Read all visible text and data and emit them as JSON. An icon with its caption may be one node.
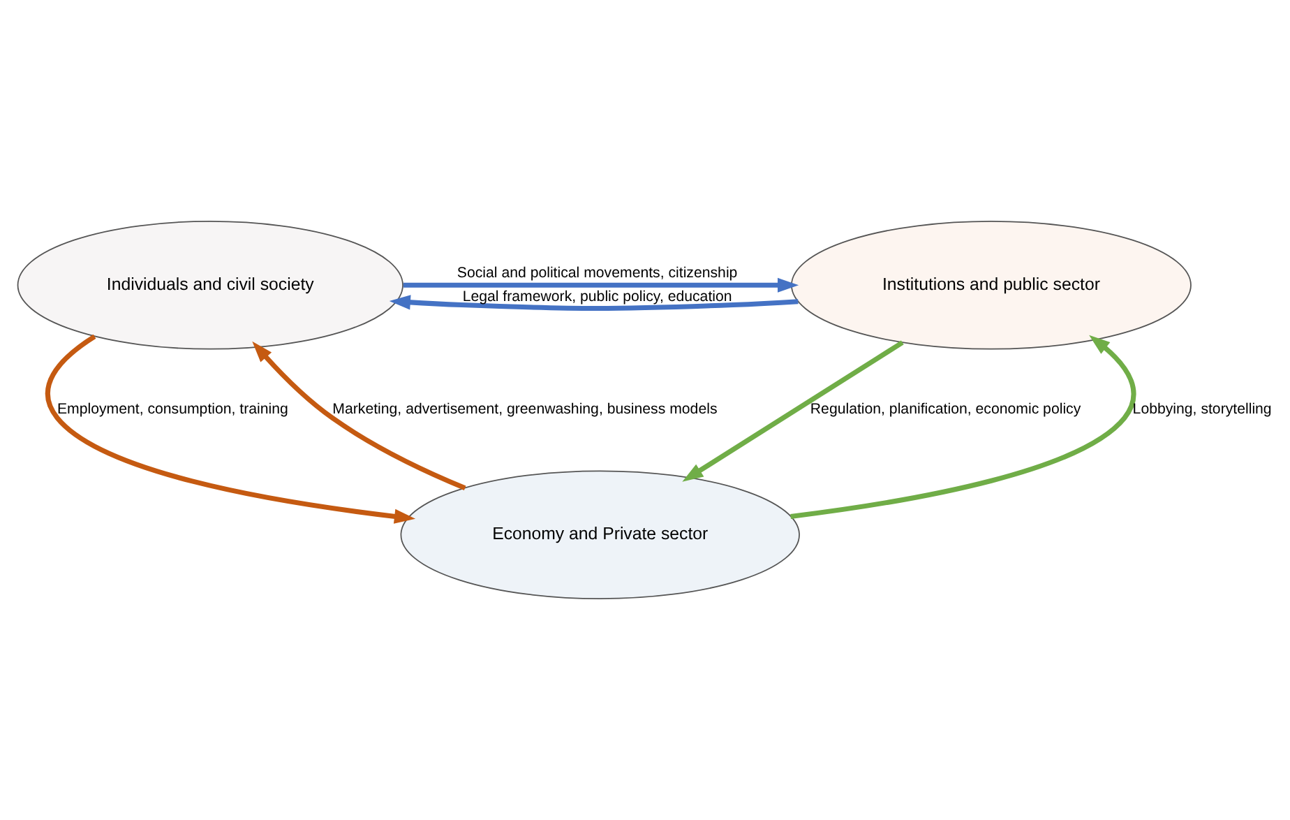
{
  "diagram": {
    "nodes": [
      {
        "text": [
          "Individuals and civil society"
        ]
      },
      {
        "text": [
          "Institutions and public sector"
        ]
      },
      {
        "text": [
          "Economy and Private sector"
        ]
      }
    ],
    "edges": [
      {
        "from": 0,
        "to": 1,
        "arrow": "to",
        "label": "Social and political movements, citizenship",
        "color": "#4472c4"
      },
      {
        "from": 1,
        "to": 0,
        "arrow": "to",
        "label": "Legal framework, public policy, education",
        "color": "#4472c4"
      },
      {
        "from": 2,
        "to": 0,
        "arrow": "to",
        "label": "Marketing, advertisement, greenwashing, business models",
        "color": "#c55a11"
      },
      {
        "from": 0,
        "to": 2,
        "arrow": "to",
        "label": "Employment, consumption, training",
        "color": "#c55a11"
      },
      {
        "from": 2,
        "to": 1,
        "arrow": "to",
        "label": "Lobbying, storytelling",
        "color": "#70ad47"
      },
      {
        "from": 1,
        "to": 2,
        "arrow": "to",
        "label": "Regulation, planification, economic policy",
        "color": "#70ad47"
      }
    ]
  }
}
